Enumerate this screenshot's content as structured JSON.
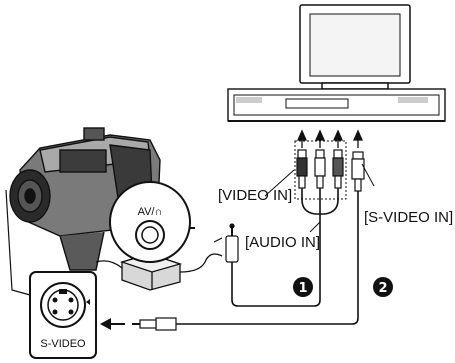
{
  "labels": {
    "video_in": "[VIDEO IN]",
    "audio_in": "[AUDIO IN]",
    "svideo_in": "[S-VIDEO IN]",
    "av_jack": "AV/∩",
    "svideo_port": "S-VIDEO"
  },
  "badges": {
    "one": "1",
    "two": "2"
  },
  "icons": {
    "tv": "television-icon",
    "vcr": "vcr-icon",
    "camcorder": "camcorder-icon",
    "adapter": "ac-adapter-icon"
  }
}
